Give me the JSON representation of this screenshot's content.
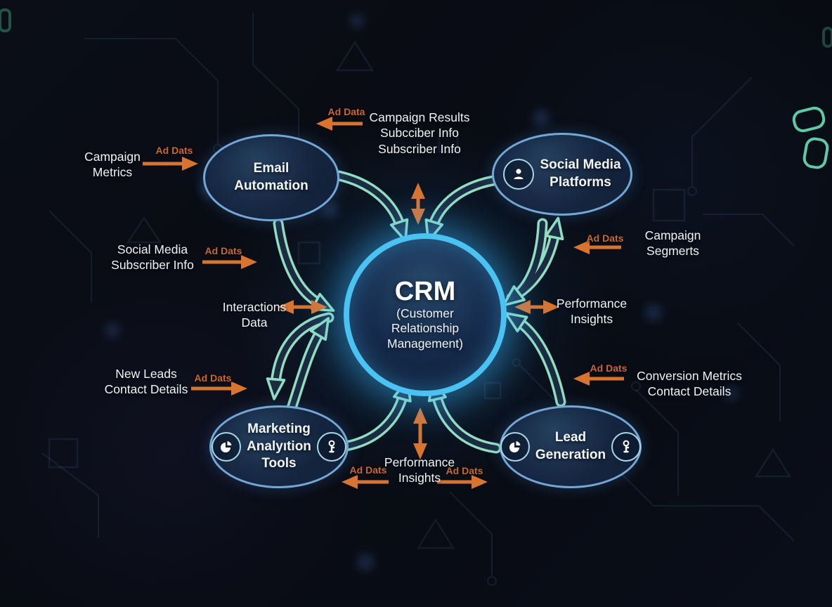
{
  "center": {
    "title": "CRM",
    "subtitle": "(Customer\nRelationship\nManagement)"
  },
  "nodes": {
    "email": {
      "label": "Email\nAutomation"
    },
    "social": {
      "label": "Social Media\nPlatforms",
      "icon": "person-icon"
    },
    "marketing": {
      "label": "Marketing\nAnalyıtion\nTools",
      "left_icon": "chart-icon",
      "right_icon": "key-icon"
    },
    "lead": {
      "label": "Lead\nGeneration",
      "left_icon": "chart-icon",
      "right_icon": "key-icon"
    }
  },
  "flow_labels": {
    "campaign_metrics": {
      "text": "Campaign\nMetrics",
      "ad": "Ad Dats"
    },
    "campaign_results": {
      "text": "Campaign Results\nSubcciber Info\nSubscriber Info",
      "ad": "Ad Data"
    },
    "social_subscriber": {
      "text": "Social Media\nSubscriber Info",
      "ad": "Ad Dats"
    },
    "interactions": {
      "text": "Interactions\nData"
    },
    "new_leads": {
      "text": "New Leads\nContact Details",
      "ad": "Ad Dats"
    },
    "campaign_segments": {
      "text": "Campaign\nSegmerts",
      "ad": "Ad Dats"
    },
    "performance_right": {
      "text": "Performance\nInsights"
    },
    "conversion_metrics": {
      "text": "Conversion Metrics\nContact Details",
      "ad": "Ad Dats"
    },
    "performance_bottom": {
      "text": "Performance\nInsights",
      "ad_left": "Ad Dats",
      "ad_right": "Ad Dats"
    }
  },
  "colors": {
    "background": "#0a0d15",
    "teal_arrow": "#93dec2",
    "orange_arrow": "#d9742f",
    "node_border": "#74a7d4",
    "crm_ring": "#4ac3f2",
    "text": "#f0f3f7"
  }
}
